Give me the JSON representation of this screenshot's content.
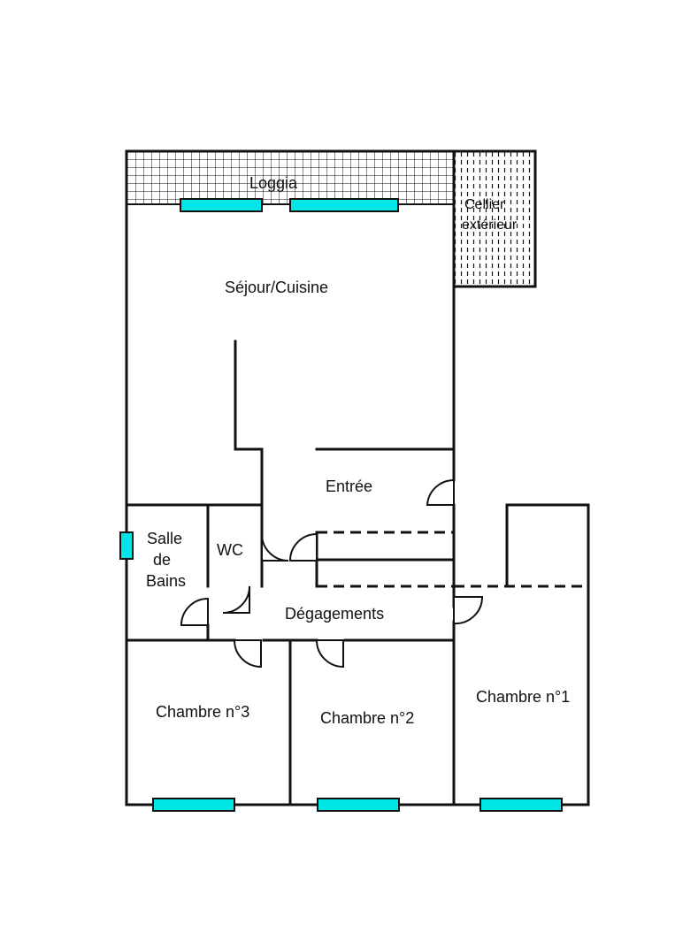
{
  "rooms": {
    "loggia": "Loggia",
    "cellier_line1": "Cellier",
    "cellier_line2": "extérieur",
    "sejour": "Séjour/Cuisine",
    "entree": "Entrée",
    "salle_line1": "Salle",
    "salle_line2": "de",
    "salle_line3": "Bains",
    "wc": "WC",
    "degagements": "Dégagements",
    "chambre3": "Chambre n°3",
    "chambre2": "Chambre n°2",
    "chambre1": "Chambre n°1"
  },
  "colors": {
    "window": "#00e5e5",
    "wall": "#111111",
    "background": "#ffffff"
  }
}
